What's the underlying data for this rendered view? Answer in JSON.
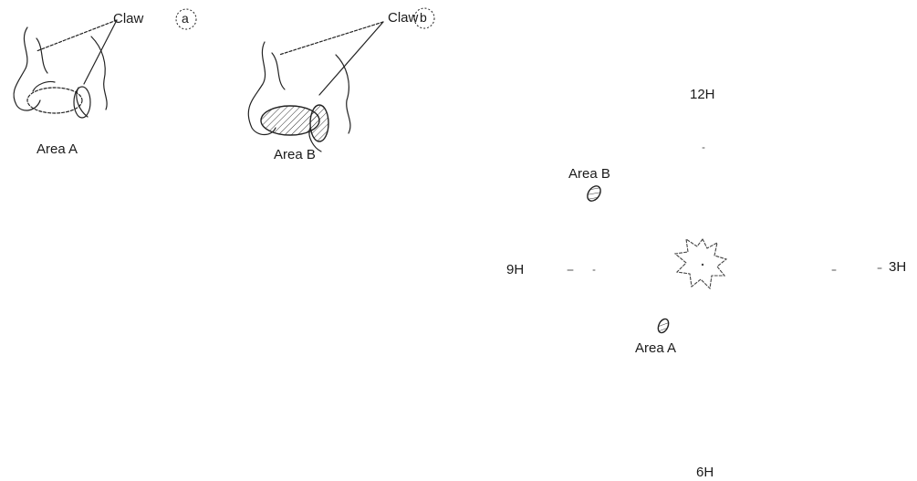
{
  "left_figure": {
    "claw_label": "Claw",
    "claw_marker": "a",
    "area_label": "Area A"
  },
  "middle_figure": {
    "claw_label": "Claw",
    "claw_marker": "b",
    "area_label": "Area B"
  },
  "clock_figure": {
    "hour_12": "12H",
    "hour_3": "3H",
    "hour_6": "6H",
    "hour_9": "9H",
    "area_b_label": "Area B",
    "area_a_label": "Area A"
  }
}
